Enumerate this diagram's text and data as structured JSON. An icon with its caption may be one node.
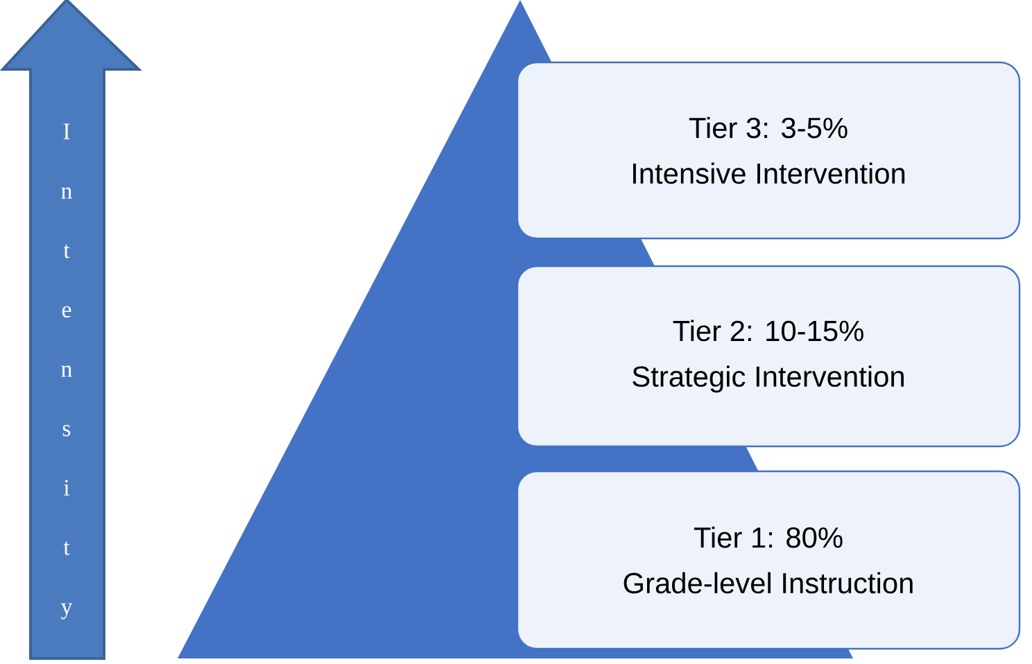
{
  "diagram": {
    "nodes": [
      {
        "text": [
          "Intensity"
        ]
      },
      {
        "text": [
          "Tier 3: 3-5%",
          "Intensive Intervention"
        ]
      },
      {
        "text": [
          "Tier 2: 10-15%",
          "Strategic Intervention"
        ]
      },
      {
        "text": [
          "Tier 1: 80%",
          "Grade-level Instruction"
        ]
      }
    ]
  }
}
